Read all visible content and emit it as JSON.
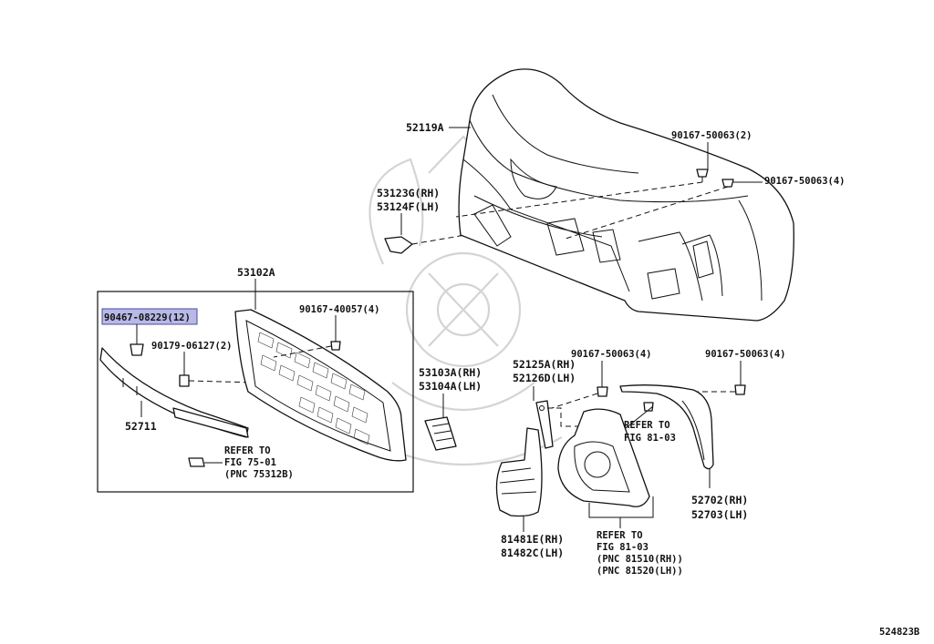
{
  "labels": {
    "p52119A": "52119A",
    "p90167_50063_2": "90167-50063(2)",
    "p90167_50063_4_top": "90167-50063(4)",
    "p53123G": "53123G(RH)",
    "p53124F": "53124F(LH)",
    "p53102A": "53102A",
    "p90467": "90467-08229(12)",
    "p90167_40057": "90167-40057(4)",
    "p90179": "90179-06127(2)",
    "p52711": "52711",
    "ref1_l1": "REFER TO",
    "ref1_l2": "FIG 75-01",
    "ref1_l3": "(PNC 75312B)",
    "p53103A": "53103A(RH)",
    "p53104A": "53104A(LH)",
    "p52125A": "52125A(RH)",
    "p52126D": "52126D(LH)",
    "p90167_50063_4_mid": "90167-50063(4)",
    "p90167_50063_4_right": "90167-50063(4)",
    "ref2_l1": "REFER TO",
    "ref2_l2": "FIG 81-03",
    "p81481E": "81481E(RH)",
    "p81482C": "81482C(LH)",
    "ref3_l1": "REFER TO",
    "ref3_l2": "FIG 81-03",
    "ref3_l3": "(PNC 81510(RH))",
    "ref3_l4": "(PNC 81520(LH))",
    "p52702": "52702(RH)",
    "p52703": "52703(LH)",
    "diagram_id": "524823B"
  },
  "colors": {
    "highlight_fill": "#b9b9e8",
    "highlight_stroke": "#4a4aa0",
    "line": "#111111",
    "watermark": "#d4d4d4"
  }
}
